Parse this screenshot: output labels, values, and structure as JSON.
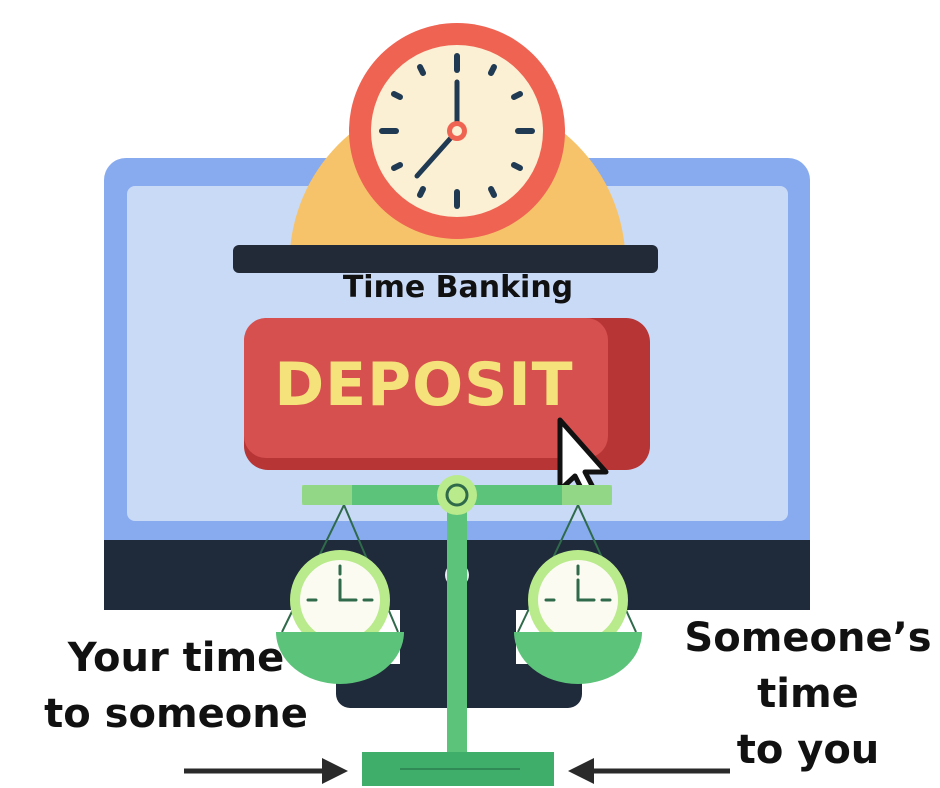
{
  "banner": {
    "text": "Time Banking"
  },
  "deposit_button": {
    "label": "DEPOSIT"
  },
  "captions": {
    "left": [
      "Your time",
      "to someone"
    ],
    "right": [
      "Someone’s",
      "time",
      "to you"
    ]
  },
  "colors": {
    "monitor_frame": "#88abef",
    "monitor_screen": "#c9daf7",
    "monitor_base": "#1f2a3a",
    "coin_slot": "#f6c36a",
    "clock_ring": "#ef6352",
    "clock_face": "#fbf0d4",
    "deposit_button": "#d65050",
    "deposit_text": "#f6e27a",
    "scale_green": "#5cc37a",
    "scale_light_green": "#b9ea8c"
  },
  "icons": [
    "wall-clock-icon",
    "mouse-cursor-icon",
    "balance-scale-icon",
    "small-clock-icon",
    "arrow-right-icon",
    "arrow-left-icon"
  ]
}
